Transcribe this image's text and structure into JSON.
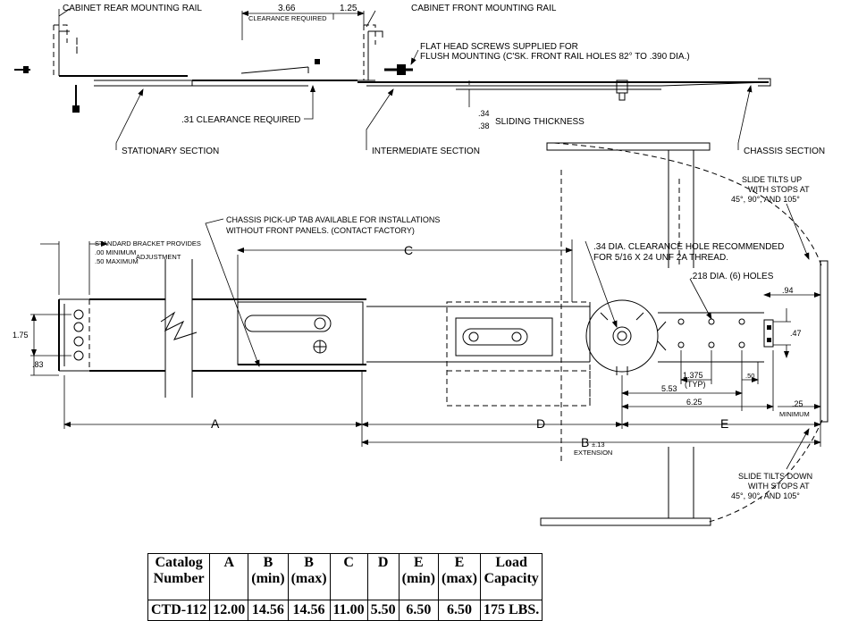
{
  "labels": {
    "rear_rail": "CABINET REAR MOUNTING RAIL",
    "front_rail": "CABINET FRONT MOUNTING RAIL",
    "dim_366": "3.66",
    "clearance_required_small": "CLEARANCE REQUIRED",
    "dim_125": "1.25",
    "screws_line1": "FLAT HEAD SCREWS SUPPLIED FOR",
    "screws_line2": "FLUSH MOUNTING (C'SK. FRONT RAIL HOLES 82° TO .390 DIA.)",
    "clearance_31": ".31 CLEARANCE REQUIRED",
    "sliding_34": ".34",
    "sliding_38": ".38",
    "sliding_thickness": "SLIDING THICKNESS",
    "stationary_section": "STATIONARY SECTION",
    "intermediate_section": "INTERMEDIATE SECTION",
    "chassis_section": "CHASSIS SECTION",
    "tilts_up_1": "SLIDE TILTS UP",
    "tilts_up_2": "WITH STOPS AT",
    "tilts_up_3": "45°, 90°, AND 105°",
    "pickup_1": "CHASSIS PICK-UP TAB AVAILABLE FOR INSTALLATIONS",
    "pickup_2": "WITHOUT FRONT PANELS. (CONTACT FACTORY)",
    "bracket_1": "STANDARD BRACKET PROVIDES",
    "bracket_2": ".00 MINIMUM",
    "bracket_adj": "ADJUSTMENT",
    "bracket_3": ".50 MAXIMUM",
    "dim_c": "C",
    "hole_1": ".34 DIA. CLEARANCE HOLE RECOMMENDED",
    "hole_2": "FOR 5/16 X 24 UNF 2A THREAD.",
    "holes_218": ".218 DIA. (6) HOLES",
    "dim_94": ".94",
    "dim_175": "1.75",
    "dim_83": ".83",
    "dim_47": ".47",
    "dim_1375": "1.375",
    "typ": "(TYP)",
    "dim_50": ".50",
    "dim_553": "5.53",
    "dim_625": "6.25",
    "dim_25": ".25",
    "minimum": "MINIMUM",
    "dim_a": "A",
    "dim_d": "D",
    "dim_e": "E",
    "dim_b": "B",
    "dim_b_tol": "±.13",
    "extension": "EXTENSION",
    "tilts_down_1": "SLIDE TILTS DOWN",
    "tilts_down_2": "WITH STOPS AT",
    "tilts_down_3": "45°, 90°, AND 105°"
  },
  "table": {
    "headers": [
      {
        "line1": "Catalog",
        "line2": "Number"
      },
      {
        "line1": "A",
        "line2": ""
      },
      {
        "line1": "B",
        "line2": "(min)"
      },
      {
        "line1": "B",
        "line2": "(max)"
      },
      {
        "line1": "C",
        "line2": ""
      },
      {
        "line1": "D",
        "line2": ""
      },
      {
        "line1": "E",
        "line2": "(min)"
      },
      {
        "line1": "E",
        "line2": "(max)"
      },
      {
        "line1": "Load",
        "line2": "Capacity"
      }
    ],
    "row": [
      "CTD-112",
      "12.00",
      "14.56",
      "14.56",
      "11.00",
      "5.50",
      "6.50",
      "6.50",
      "175 LBS."
    ]
  }
}
